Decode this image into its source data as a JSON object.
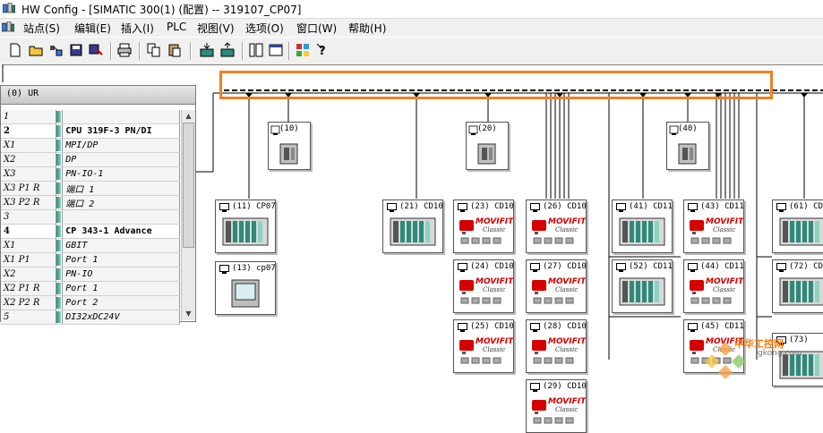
{
  "window": {
    "title": "HW Config - [SIMATIC 300(1) (配置) -- 319107_CP07]"
  },
  "menu": [
    "站点(S)",
    "编辑(E)",
    "插入(I)",
    "PLC",
    "视图(V)",
    "选项(O)",
    "窗口(W)",
    "帮助(H)"
  ],
  "rack": {
    "label": "(0) UR",
    "rows": [
      {
        "slot": "1",
        "module": "",
        "main": false
      },
      {
        "slot": "2",
        "module": "CPU 319F-3 PN/DI",
        "main": true
      },
      {
        "slot": "X1",
        "module": "MPI/DP",
        "main": false
      },
      {
        "slot": "X2",
        "module": "DP",
        "main": false
      },
      {
        "slot": "X3",
        "module": "PN-IO-1",
        "main": false
      },
      {
        "slot": "X3 P1 R",
        "module": "端口 1",
        "main": false
      },
      {
        "slot": "X3 P2 R",
        "module": "端口 2",
        "main": false
      },
      {
        "slot": "3",
        "module": "",
        "main": false
      },
      {
        "slot": "4",
        "module": "CP 343-1 Advance",
        "main": true
      },
      {
        "slot": "X1",
        "module": "GBIT",
        "main": false
      },
      {
        "slot": "X1 P1",
        "module": "Port 1",
        "main": false
      },
      {
        "slot": "X2",
        "module": "PN-IO",
        "main": false
      },
      {
        "slot": "X2 P1 R",
        "module": "Port 1",
        "main": false
      },
      {
        "slot": "X2 P2 R",
        "module": "Port 2",
        "main": false
      },
      {
        "slot": "5",
        "module": "DI32xDC24V",
        "main": false
      }
    ]
  },
  "stations": [
    {
      "label": "(10)"
    },
    {
      "label": "(20)"
    },
    {
      "label": "(40)"
    }
  ],
  "devices": [
    {
      "label": "(11) CP07",
      "kind": "io"
    },
    {
      "label": "(13) cp07",
      "kind": "hmi"
    },
    {
      "label": "(21) CD10",
      "kind": "io"
    },
    {
      "label": "(23) CD10",
      "kind": "movifit"
    },
    {
      "label": "(24) CD10",
      "kind": "movifit"
    },
    {
      "label": "(25) CD10",
      "kind": "movifit"
    },
    {
      "label": "(26) CD10",
      "kind": "movifit"
    },
    {
      "label": "(27) CD10",
      "kind": "movifit"
    },
    {
      "label": "(28) CD10",
      "kind": "movifit"
    },
    {
      "label": "(29) CD10",
      "kind": "movifit"
    },
    {
      "label": "(41) CD11",
      "kind": "io"
    },
    {
      "label": "(52) CD11",
      "kind": "io"
    },
    {
      "label": "(43) CD11",
      "kind": "movifit"
    },
    {
      "label": "(44) CD11",
      "kind": "movifit"
    },
    {
      "label": "(45) CD11",
      "kind": "movifit"
    },
    {
      "label": "(61) CD",
      "kind": "io"
    },
    {
      "label": "(72) CD",
      "kind": "io"
    },
    {
      "label": "(73)",
      "kind": "io"
    }
  ],
  "movifit": {
    "brand": "MOVIFIT",
    "sub": "Classic"
  },
  "watermark": {
    "text": "中华工控网",
    "url": "gkong.com"
  },
  "colors": {
    "highlight": "#f08022",
    "movifit": "#d40000",
    "module": "#2e8a7a"
  }
}
